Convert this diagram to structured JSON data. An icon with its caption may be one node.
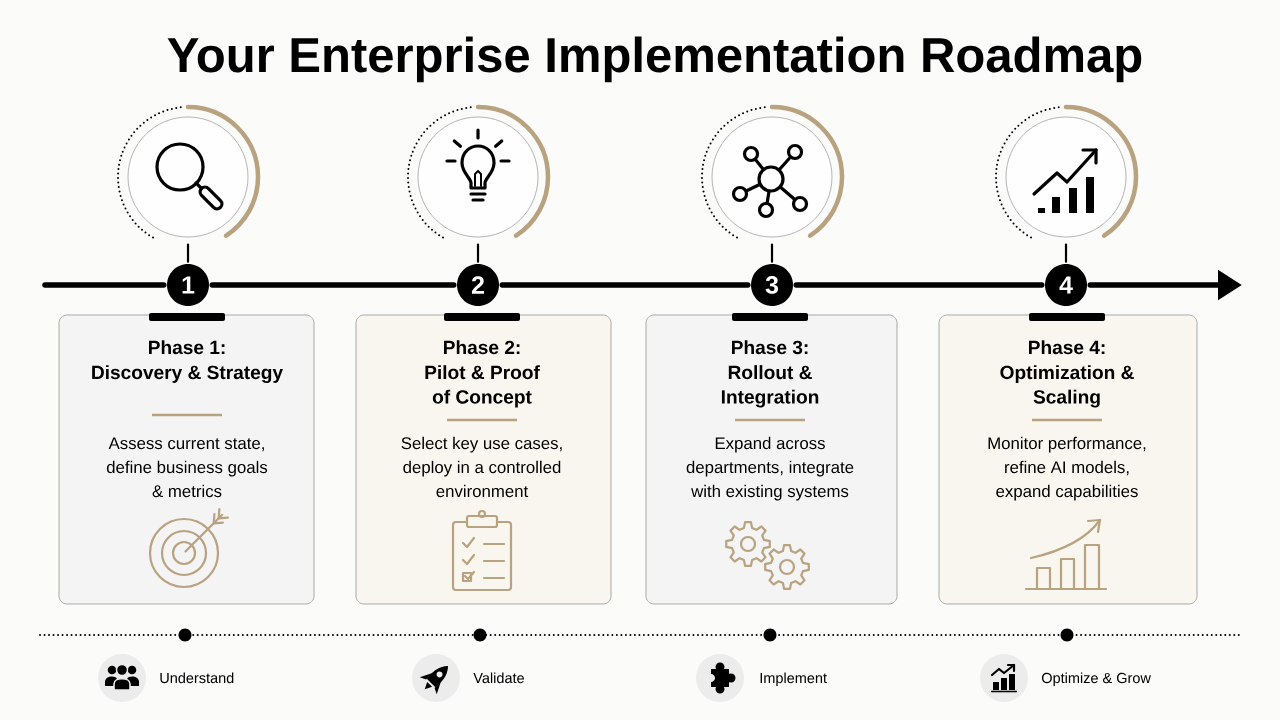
{
  "diagram": {
    "title": "Your Enterprise Implementation Roadmap",
    "nodes": [
      {
        "text": [],
        "shape": "circle"
      },
      {
        "text": [],
        "shape": "circle"
      },
      {
        "text": [],
        "shape": "circle"
      },
      {
        "text": [],
        "shape": "circle"
      },
      {
        "text": [
          "1"
        ]
      },
      {
        "text": [
          "2"
        ]
      },
      {
        "text": [
          "3"
        ]
      },
      {
        "text": [
          "4"
        ]
      },
      {
        "text": [
          "Phase 1:",
          "Discovery & Strategy",
          "Assess current state, define business goals & metrics"
        ]
      },
      {
        "text": [
          "Phase 2:",
          "Pilot & Proof of Concept",
          "Select key use cases, deploy in a controlled environment"
        ]
      },
      {
        "text": [
          "Phase 3:",
          "Rollout & Integration",
          "Expand across departments, integrate with existing systems"
        ]
      },
      {
        "text": [
          "Phase 4:",
          "Optimization & Scaling",
          "Monitor performance, refine AI models, expand capabilities"
        ]
      }
    ],
    "edges": [
      {
        "from": 0,
        "to": 4,
        "arrow": "none"
      },
      {
        "from": 1,
        "to": 5,
        "arrow": "none"
      },
      {
        "from": 2,
        "to": 6,
        "arrow": "none"
      },
      {
        "from": 3,
        "to": 7,
        "arrow": "none"
      },
      {
        "from": null,
        "to": 4,
        "arrow": "none"
      },
      {
        "from": 4,
        "to": 5,
        "arrow": "none"
      },
      {
        "from": 5,
        "to": 6,
        "arrow": "none"
      },
      {
        "from": 6,
        "to": 7,
        "arrow": "none"
      },
      {
        "from": 7,
        "to": null,
        "arrow": "to"
      }
    ],
    "labels": [
      "Understand",
      "Validate",
      "Implement",
      "Optimize & Grow"
    ]
  }
}
